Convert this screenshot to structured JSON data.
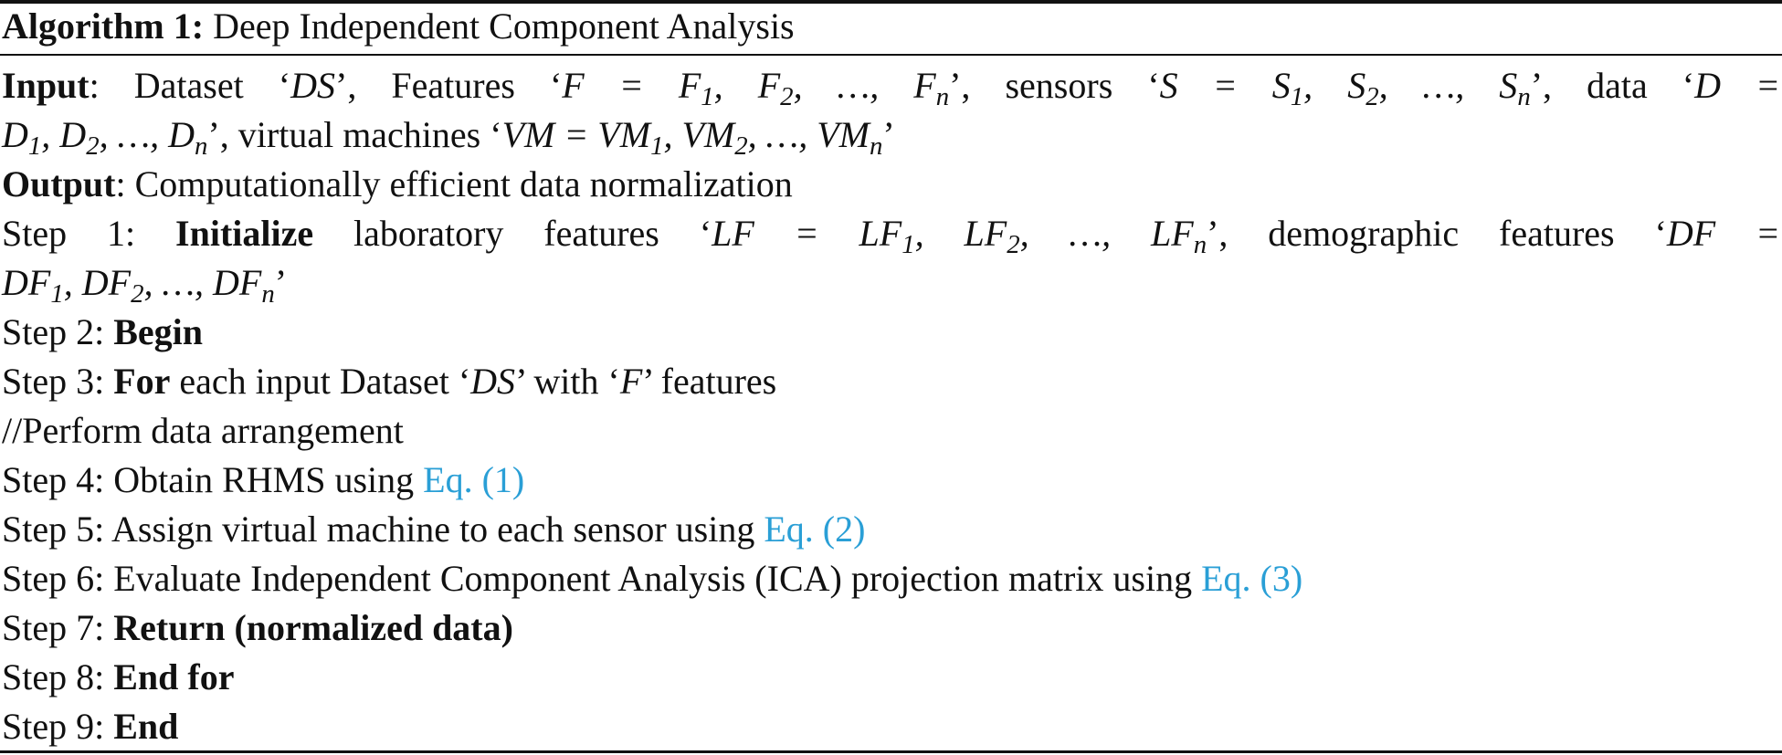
{
  "title": {
    "label": "Algorithm 1:",
    "text": "Deep Independent Component Analysis"
  },
  "input": {
    "label": "Input",
    "line1": {
      "dataset_pre": ": Dataset ‘",
      "dataset_var": "DS",
      "features_pre": "’, Features ‘",
      "features_expr": "F = F",
      "features_list": ", F",
      "features_n": ", …, F",
      "sensors_pre": "’, sensors ‘",
      "sensors_expr": "S = S",
      "sensors_list": ", S",
      "sensors_n": ", …, S",
      "data_pre": "’, data ‘",
      "data_expr": "D ="
    },
    "line2": {
      "d_start": "D",
      "d_list": ", D",
      "d_n": ", …, D",
      "vm_pre": "’, virtual machines ‘",
      "vm_expr": "VM = VM",
      "vm_list": ", VM",
      "vm_n": ", …, VM",
      "close": "’"
    }
  },
  "output": {
    "label": "Output",
    "text": ": Computationally efficient data normalization"
  },
  "steps": [
    {
      "prefix": "Step 1:",
      "keyword": "Initialize",
      "text": " laboratory features ‘"
    },
    {
      "prefix": "Step 2:",
      "keyword": "Begin"
    },
    {
      "prefix": "Step 3:",
      "keyword": "For",
      "text_a": " each input Dataset ‘",
      "var_a": "DS",
      "text_b": "’ with ‘",
      "var_b": "F",
      "text_c": "’ features"
    },
    {
      "comment": "//Perform data arrangement"
    },
    {
      "prefix": "Step 4:",
      "text": " Obtain RHMS using ",
      "link": "Eq. (1)"
    },
    {
      "prefix": "Step 5:",
      "text": " Assign virtual machine to each sensor using ",
      "link": "Eq. (2)"
    },
    {
      "prefix": "Step 6:",
      "text": " Evaluate Independent Component Analysis (ICA) projection matrix using ",
      "link": "Eq. (3)"
    },
    {
      "prefix": "Step 7:",
      "keyword": "Return (normalized data)"
    },
    {
      "prefix": "Step 8:",
      "keyword": "End for"
    },
    {
      "prefix": "Step 9:",
      "keyword": "End"
    }
  ],
  "step1": {
    "lf_expr": "LF = LF",
    "lf_list": ", LF",
    "lf_n": ", …, LF",
    "df_pre": "’, demographic features ‘",
    "df_expr": "DF =",
    "df_start": "DF",
    "df_list": ", DF",
    "df_n": ", …, DF",
    "close": "’"
  },
  "subscripts": {
    "one": "1",
    "two": "2",
    "n": "n"
  },
  "colors": {
    "text": "#111111",
    "link": "#2a9fd6"
  }
}
